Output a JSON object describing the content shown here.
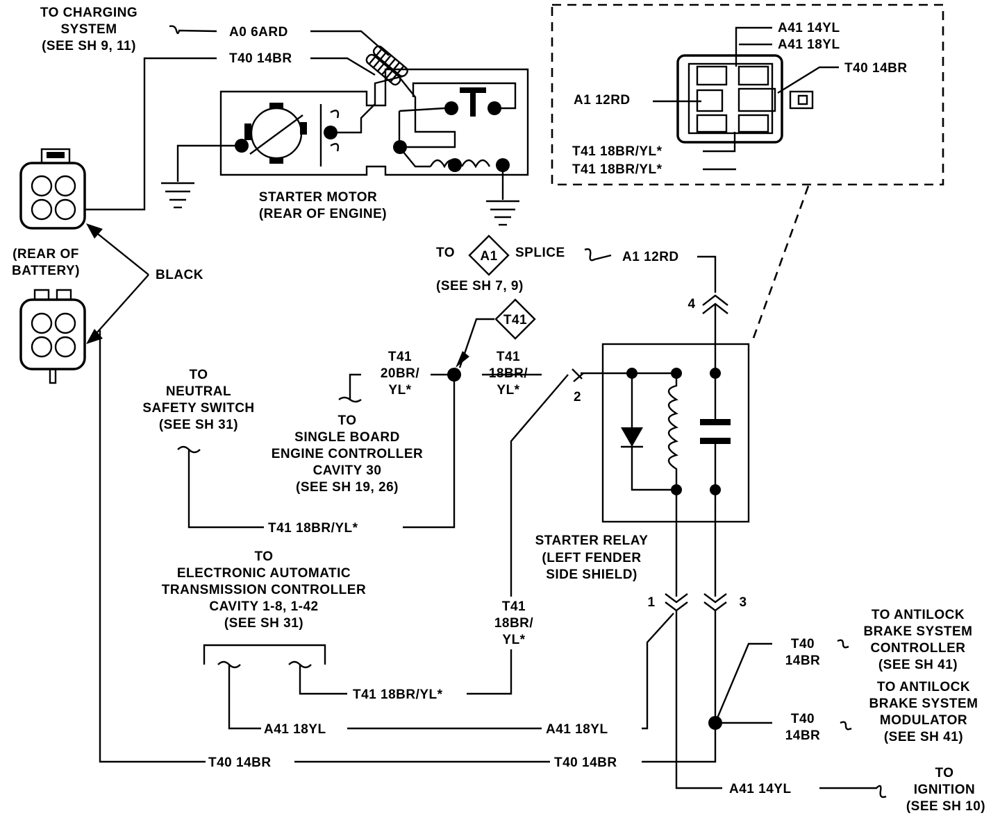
{
  "charging": {
    "line1": "TO CHARGING",
    "line2": "SYSTEM",
    "line3": "(SEE SH 9, 11)",
    "wire_a0": "A0 6ARD",
    "wire_t40": "T40 14BR"
  },
  "starter_motor": {
    "line1": "STARTER MOTOR",
    "line2": "(REAR OF ENGINE)"
  },
  "battery": {
    "line1": "(REAR OF",
    "line2": "BATTERY)",
    "black": "BLACK"
  },
  "connector_detail": {
    "a41_14yl": "A41 14YL",
    "a41_18yl": "A41 18YL",
    "t40_14br": "T40 14BR",
    "a1_12rd": "A1 12RD",
    "t41_a": "T41 18BR/YL*",
    "t41_b": "T41 18BR/YL*"
  },
  "splice_a1": {
    "to": "TO",
    "symbol": "A1",
    "splice": "SPLICE",
    "see": "(SEE SH 7, 9)",
    "wire": "A1 12RD"
  },
  "t41_node": {
    "symbol": "T41",
    "left_l1": "T41",
    "left_l2": "20BR/",
    "left_l3": "YL*",
    "right_l1": "T41",
    "right_l2": "18BR/",
    "right_l3": "YL*"
  },
  "neutral_safety": {
    "l1": "TO",
    "l2": "NEUTRAL",
    "l3": "SAFETY SWITCH",
    "l4": "(SEE SH 31)"
  },
  "sbec": {
    "l1": "TO",
    "l2": "SINGLE BOARD",
    "l3": "ENGINE CONTROLLER",
    "l4": "CAVITY 30",
    "l5": "(SEE SH 19, 26)"
  },
  "wire_t41_bottom": "T41 18BR/YL*",
  "relay": {
    "l1": "STARTER  RELAY",
    "l2": "(LEFT FENDER",
    "l3": "SIDE SHIELD)",
    "pin1": "1",
    "pin2": "2",
    "pin3": "3",
    "pin4": "4"
  },
  "eatc": {
    "l1": "TO",
    "l2": "ELECTRONIC AUTOMATIC",
    "l3": "TRANSMISSION CONTROLLER",
    "l4": "CAVITY 1-8, 1-42",
    "l5": "(SEE SH 31)"
  },
  "t41_vertical": {
    "l1": "T41",
    "l2": "18BR/",
    "l3": "YL*"
  },
  "bottom_wires": {
    "t41": "T41 18BR/YL*",
    "a41_left": "A41 18YL",
    "a41_right": "A41 18YL",
    "t40_left": "T40 14BR",
    "t40_right": "T40 14BR",
    "a41_14yl": "A41 14YL"
  },
  "abs_controller": {
    "wire_l1": "T40",
    "wire_l2": "14BR",
    "l1": "TO ANTILOCK",
    "l2": "BRAKE SYSTEM",
    "l3": "CONTROLLER",
    "l4": "(SEE SH 41)"
  },
  "abs_modulator": {
    "wire_l1": "T40",
    "wire_l2": "14BR",
    "l1": "TO ANTILOCK",
    "l2": "BRAKE SYSTEM",
    "l3": "MODULATOR",
    "l4": "(SEE SH 41)"
  },
  "ignition": {
    "l1": "TO",
    "l2": "IGNITION",
    "l3": "(SEE SH 10)"
  }
}
